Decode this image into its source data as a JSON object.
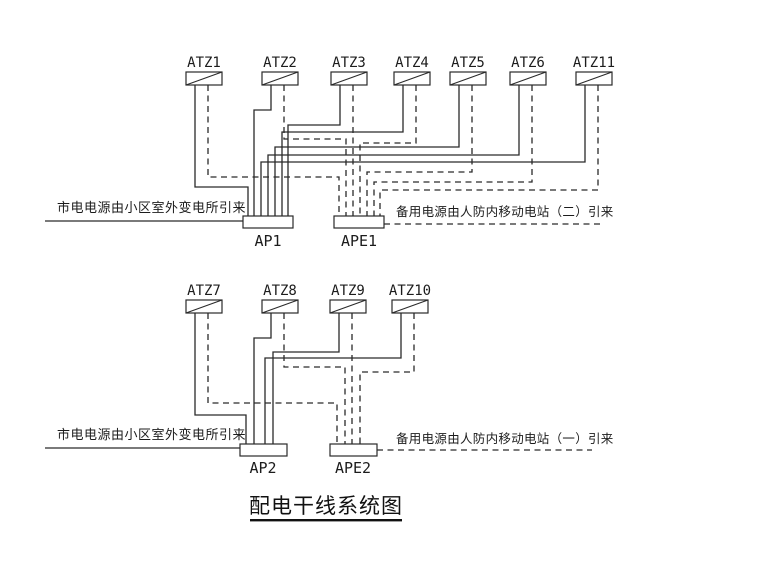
{
  "title": "配电干线系统图",
  "colors": {
    "line": "#2a2a2a",
    "text": "#1c1c1c",
    "background": "#ffffff"
  },
  "top_section": {
    "feeders": [
      "ATZ1",
      "ATZ2",
      "ATZ3",
      "ATZ4",
      "ATZ5",
      "ATZ6",
      "ATZ11"
    ],
    "mains_panel": "AP1",
    "emergency_panel": "APE1",
    "mains_source": "市电电源由小区室外变电所引来",
    "emergency_source": "备用电源由人防内移动电站（二）引来"
  },
  "bottom_section": {
    "feeders": [
      "ATZ7",
      "ATZ8",
      "ATZ9",
      "ATZ10"
    ],
    "mains_panel": "AP2",
    "emergency_panel": "APE2",
    "mains_source": "市电电源由小区室外变电所引来",
    "emergency_source": "备用电源由人防内移动电站（一）引来"
  }
}
